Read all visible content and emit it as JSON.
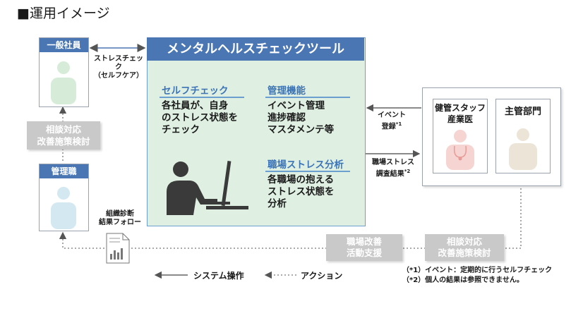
{
  "title": "■運用イメージ",
  "employee": {
    "label": "一般社員"
  },
  "manager": {
    "label": "管理職"
  },
  "consult_left": {
    "line1": "相談対応",
    "line2": "改善施策検討"
  },
  "self_check_arrow": {
    "line1": "ストレスチェック",
    "line2": "（セルフケア）"
  },
  "main": {
    "header": "メンタルヘルスチェックツール",
    "self_check": {
      "heading": "セルフチェック",
      "lines": [
        "各社員が、自身",
        "のストレス状態を",
        "チェック"
      ]
    },
    "admin": {
      "heading": "管理機能",
      "lines": [
        "イベント管理",
        "進捗確認",
        "マスタメンテ等"
      ]
    },
    "workplace": {
      "heading": "職場ストレス分析",
      "lines": [
        "各職場の抱える",
        "ストレス状態を",
        "分析"
      ]
    }
  },
  "event_reg": {
    "line1": "イベント",
    "line2": "登録",
    "sup": "*1"
  },
  "survey_result": {
    "line1": "職場ストレス",
    "line2": "調査結果",
    "sup": "*2"
  },
  "health_staff": {
    "line1": "健管スタッフ",
    "line2": "産業医"
  },
  "dept": {
    "label": "主管部門"
  },
  "org_diag": {
    "line1": "組織診断",
    "line2": "結果フォロー"
  },
  "improve": {
    "line1": "職場改善",
    "line2": "活動支援"
  },
  "consult_bottom": {
    "line1": "相談対応",
    "line2": "改善施策検討"
  },
  "legend": {
    "system": "システム操作",
    "action": "アクション"
  },
  "notes": [
    "（*1）イベント：定期的に行うセルフチェック",
    "（*2）個人の結果は参照できません。"
  ],
  "colors": {
    "accent_blue": "#4a76b4",
    "main_bg": "#dff0e3",
    "person_green": "#d6ecd8",
    "person_blue": "#d3e8f1",
    "staff_red": "#f6d4d2",
    "dept_beige": "#ece4d6",
    "gray": "#c9c9c9"
  }
}
